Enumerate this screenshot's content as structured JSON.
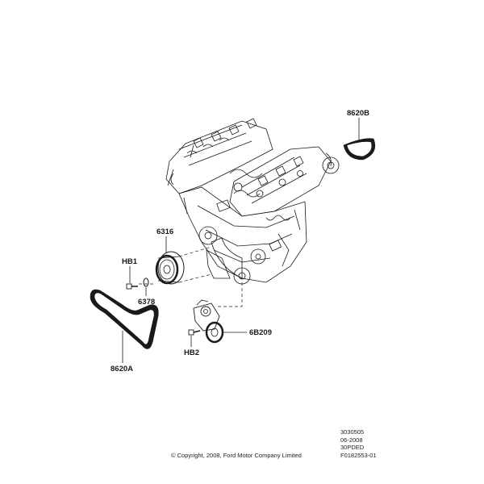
{
  "callouts": {
    "belt_b": "8620B",
    "pulley": "6316",
    "bolt_hb1": "HB1",
    "washer": "6378",
    "belt_a": "8620A",
    "bolt_hb2": "HB2",
    "tensioner": "6B209"
  },
  "reference": {
    "line1": "3030505",
    "line2": "06-2008",
    "line3": "30PDED",
    "line4": "F0182553-01"
  },
  "copyright": "© Copyright, 2008, Ford Motor Company Limited"
}
